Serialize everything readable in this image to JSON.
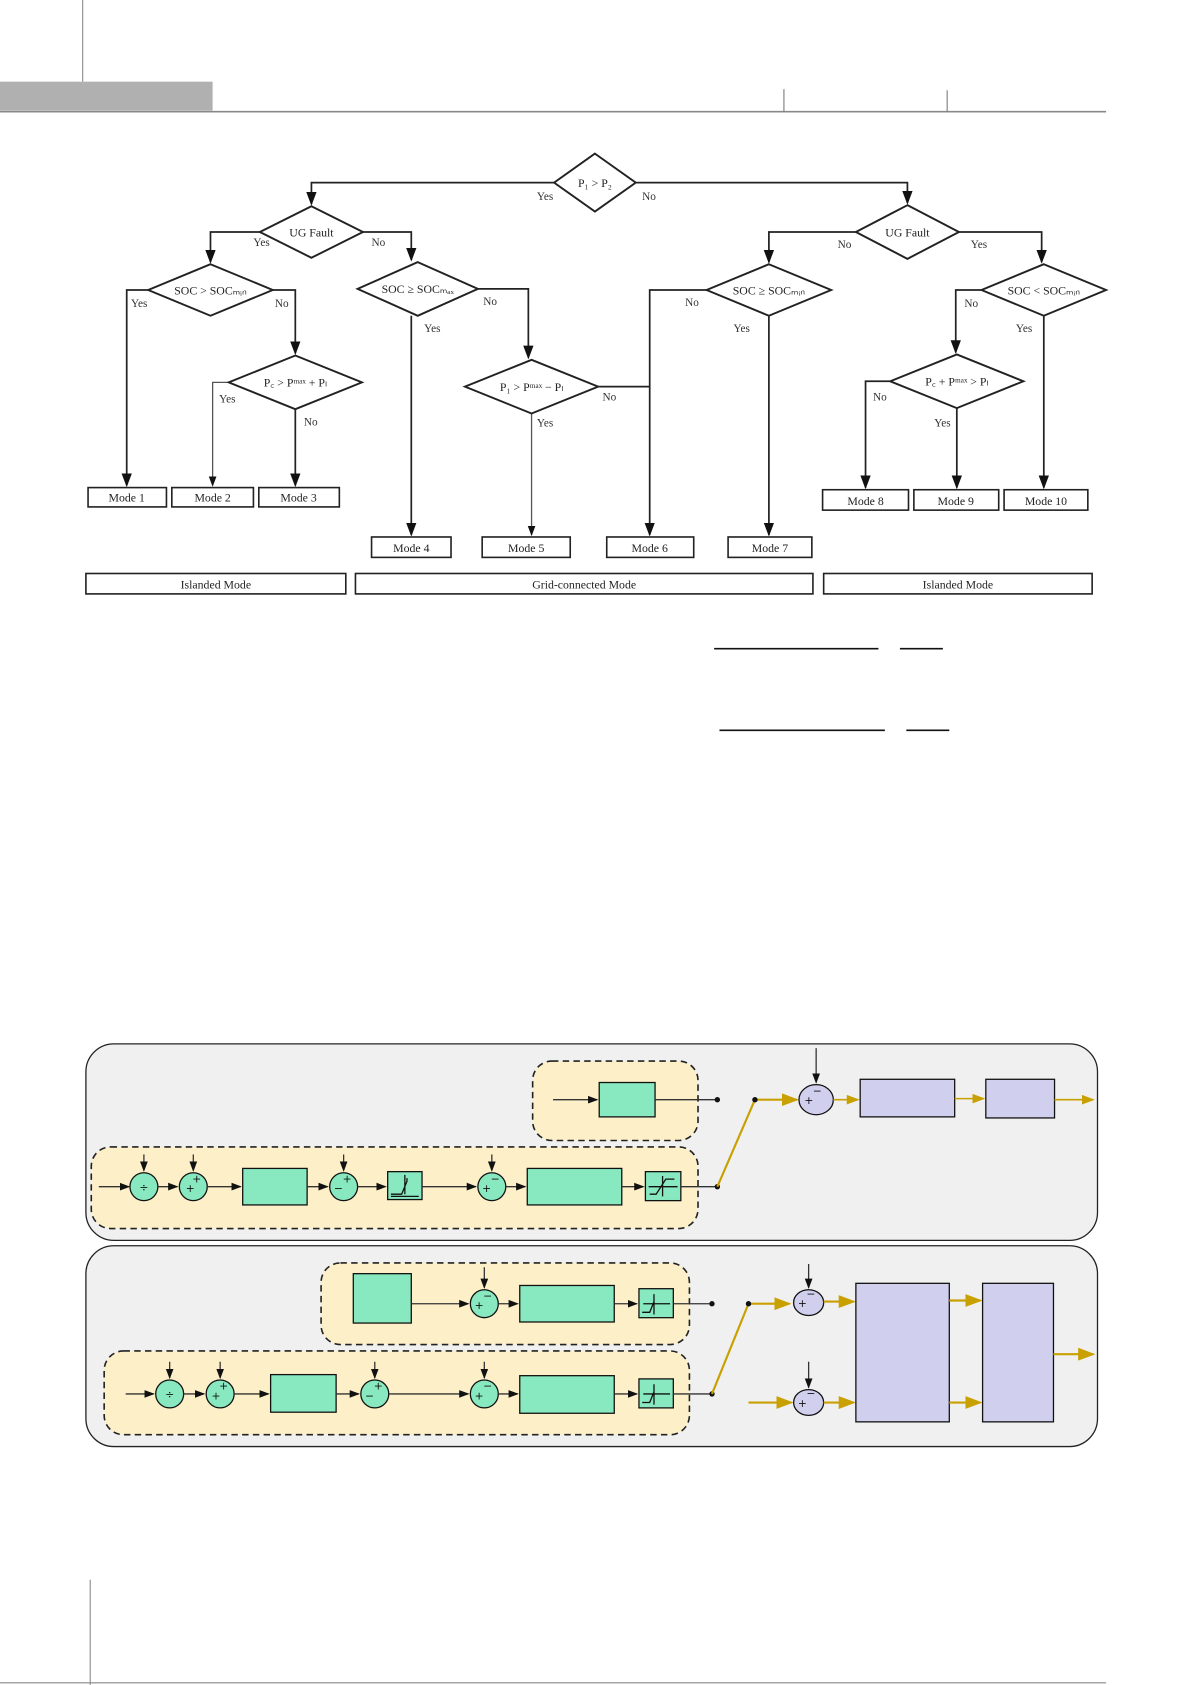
{
  "flowchart": {
    "decisions": {
      "power_compare": "P₁ > P₂",
      "ug_fault_left": "UG Fault",
      "soc_left": "SOC > SOCₘᵢₙ",
      "power_left": "P꜀ > Pᵐᵃˣ + Pₗ",
      "soc_mid": "SOC ≥ SOCₘₐₓ",
      "power_mid": "P₁ > Pᵐᵃˣ − Pₗ",
      "ug_fault_right": "UG Fault",
      "soc_mid_right": "SOC ≥ SOCₘᵢₙ",
      "soc_right": "SOC < SOCₘᵢₙ",
      "power_right": "P꜀ + Pᵐᵃˣ > Pₗ"
    },
    "branch_labels": {
      "yes": "Yes",
      "no": "No"
    },
    "modes": [
      "Mode 1",
      "Mode 2",
      "Mode 3",
      "Mode 4",
      "Mode 5",
      "Mode 6",
      "Mode 7",
      "Mode 8",
      "Mode 9",
      "Mode 10"
    ],
    "sections": [
      "Islanded Mode",
      "Grid-connected Mode",
      "Islanded Mode"
    ]
  },
  "block_diagram": {
    "symbols": {
      "divide": "÷",
      "plus": "+",
      "minus": "−"
    },
    "colors": {
      "controller_block": "#88e8c0",
      "plant_block": "#d0d0ee",
      "group_fill": "#fdf0c8",
      "power_signal": "#c8a000",
      "panel": "#f0f0f0"
    }
  }
}
